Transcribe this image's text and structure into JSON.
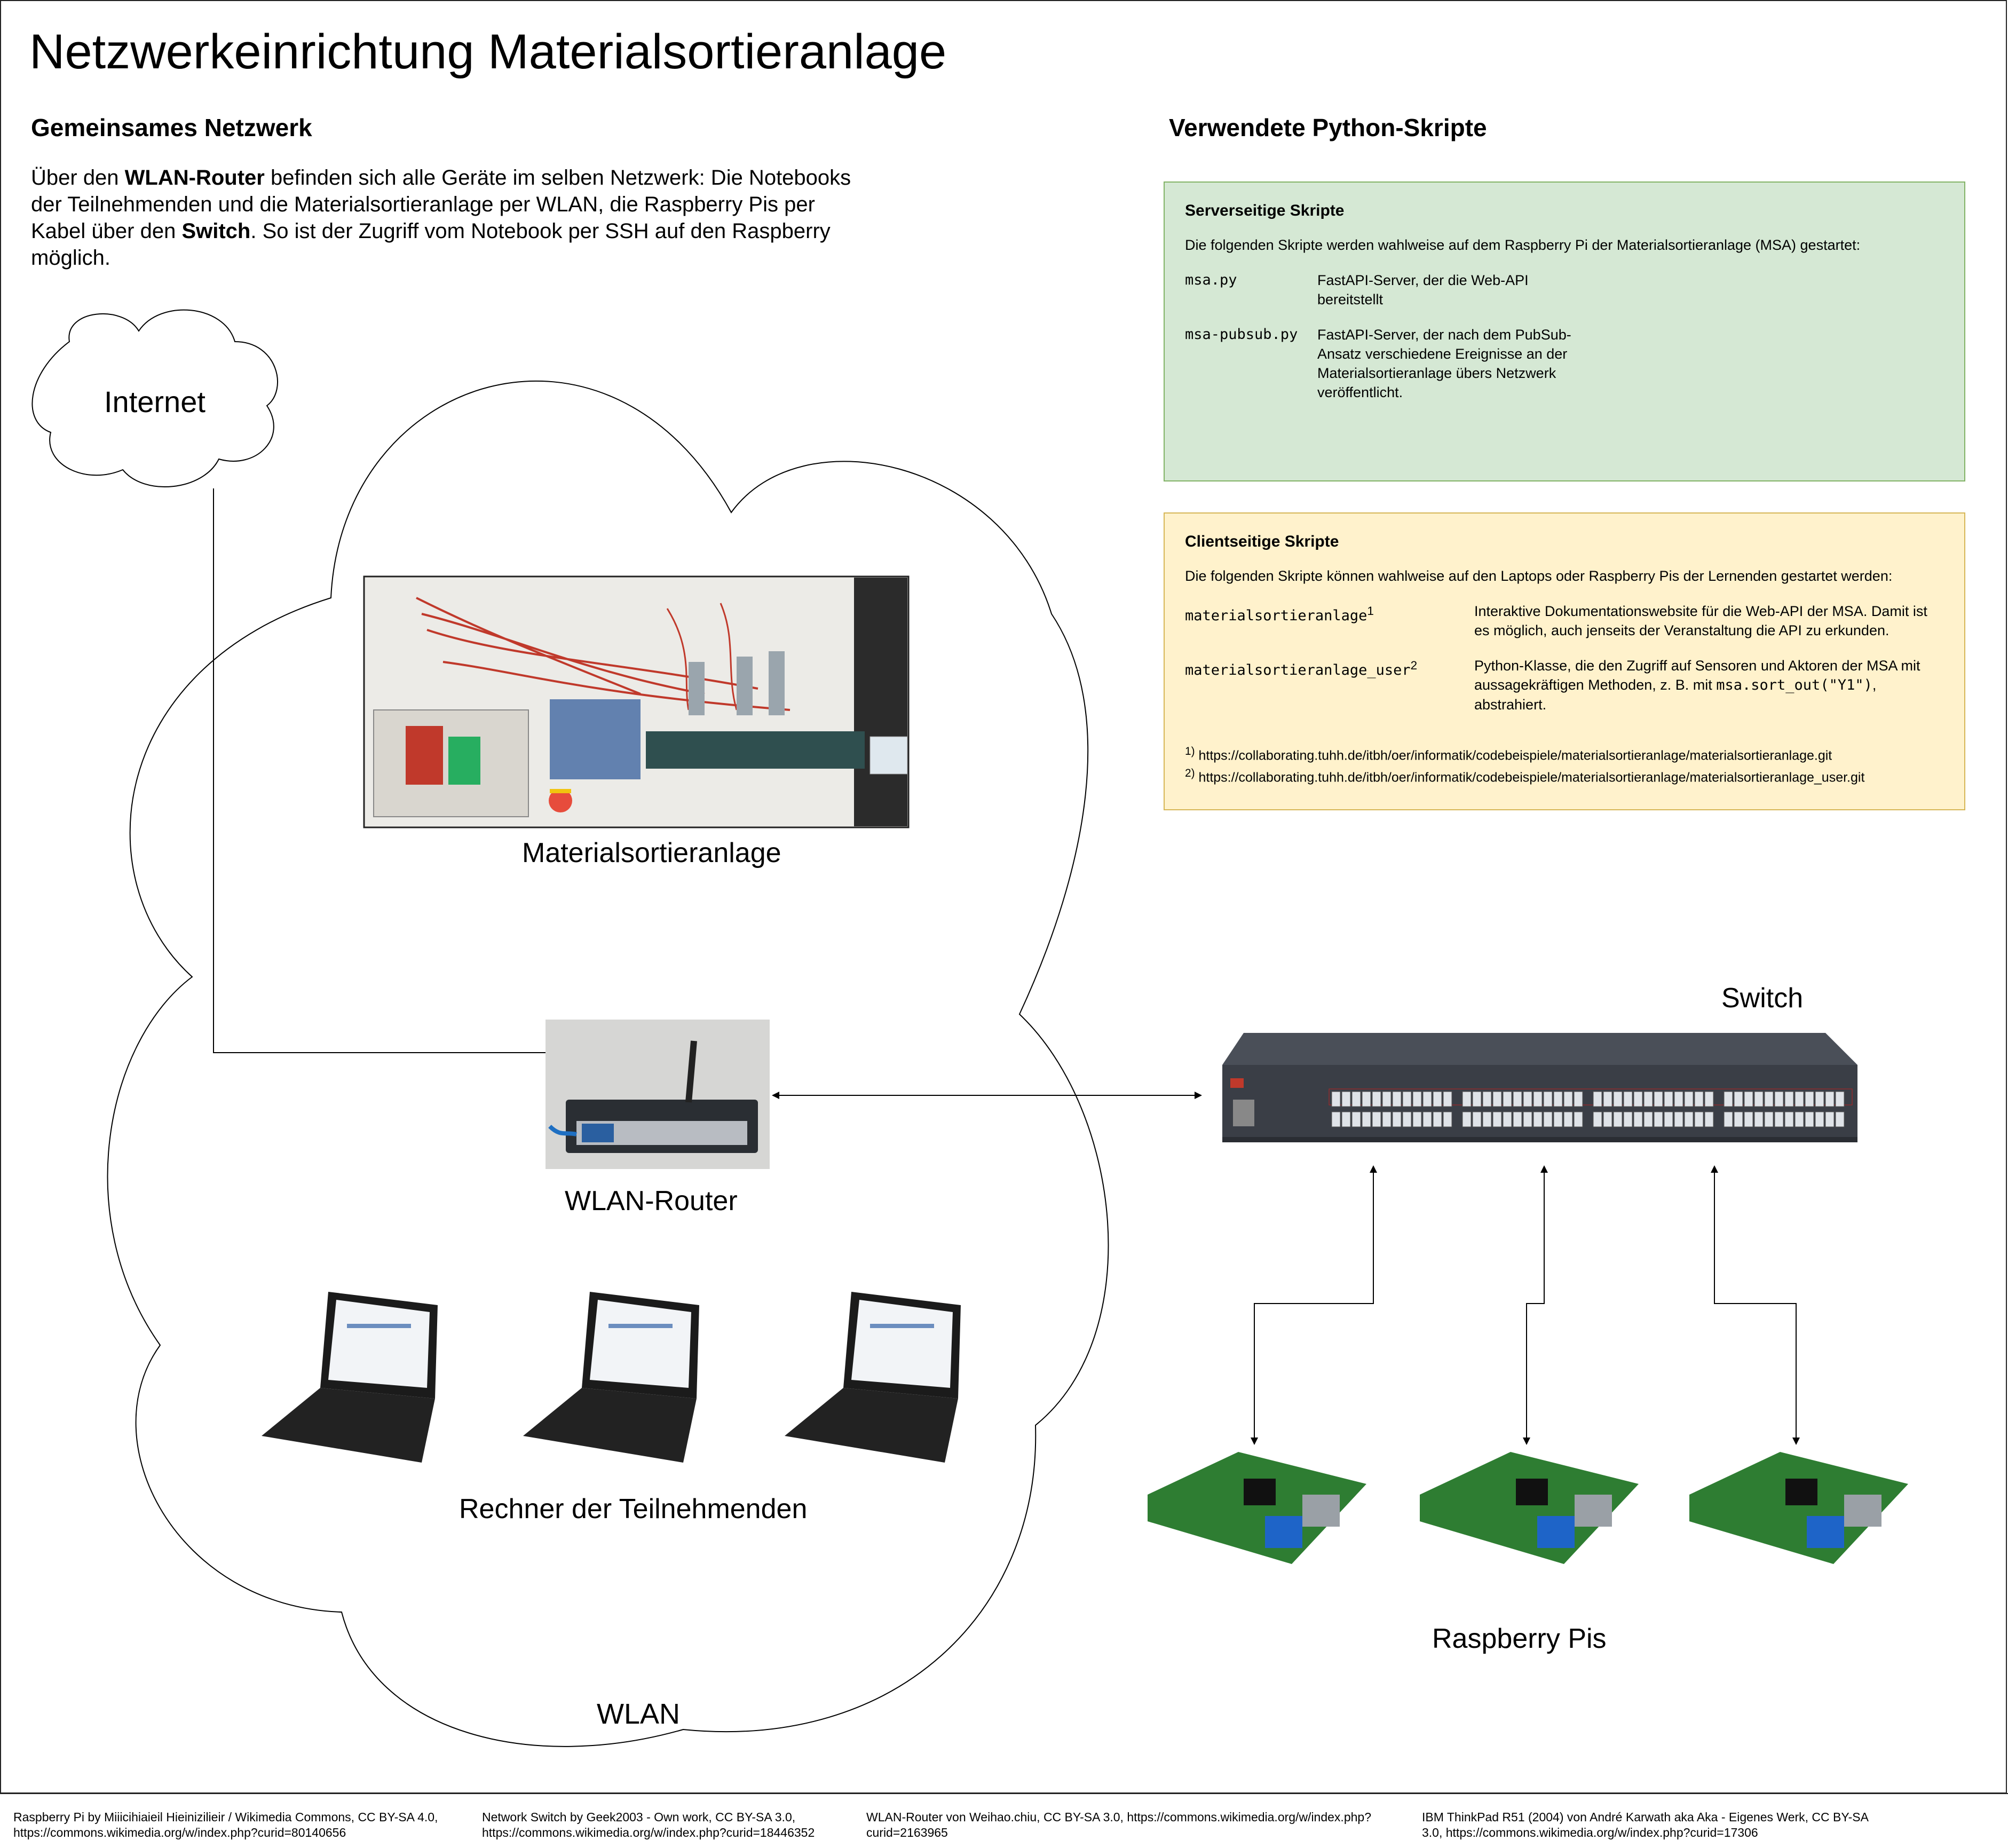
{
  "title": "Netzwerkeinrichtung Materialsortieranlage",
  "left_heading": "Gemeinsames Netzwerk",
  "intro": {
    "t1": "Über den ",
    "b1": "WLAN-Router",
    "t2": " befinden sich alle Geräte im selben Netzwerk: Die Notebooks der Teilnehmenden und die Materialsortieranlage per WLAN, die Raspberry Pis per Kabel über den ",
    "b2": "Switch",
    "t3": ". So ist der Zugriff vom Notebook per SSH auf den Raspberry möglich."
  },
  "right_heading": "Verwendete Python-Skripte",
  "server_box": {
    "heading": "Serverseitige Skripte",
    "desc": "Die folgenden Skripte werden wahlweise auf dem Raspberry Pi der Materialsortieranlage (MSA) gestartet:",
    "items": [
      {
        "name": "msa.py",
        "text": "FastAPI-Server, der die Web-API bereitstellt"
      },
      {
        "name": "msa-pubsub.py",
        "text": "FastAPI-Server, der nach dem PubSub-Ansatz verschiedene Ereignisse an der Materialsortieranlage übers Netzwerk veröffentlicht."
      }
    ]
  },
  "client_box": {
    "heading": "Clientseitige Skripte",
    "desc": "Die folgenden Skripte können wahlweise auf den Laptops oder Raspberry Pis der Lernenden gestartet werden:",
    "items": [
      {
        "name": "materialsortieranlage",
        "sup": "1",
        "text": "Interaktive Dokumentationswebsite für die Web-API der MSA. Damit ist es möglich, auch jenseits der Veranstaltung die API zu erkunden."
      },
      {
        "name": "materialsortieranlage_user",
        "sup": "2",
        "text_a": "Python-Klasse, die den Zugriff auf Sensoren und Aktoren der MSA mit aussagekräftigen Methoden, z. B. mit ",
        "code": "msa.sort_out(\"Y1\")",
        "text_b": ", abstrahiert."
      }
    ],
    "footnotes": [
      {
        "mark": "1)",
        "url": "https://collaborating.tuhh.de/itbh/oer/informatik/codebeispiele/materialsortieranlage/materialsortieranlage.git"
      },
      {
        "mark": "2)",
        "url": "https://collaborating.tuhh.de/itbh/oer/informatik/codebeispiele/materialsortieranlage/materialsortieranlage_user.git"
      }
    ]
  },
  "labels": {
    "internet": "Internet",
    "msa": "Materialsortieranlage",
    "router": "WLAN-Router",
    "laptops": "Rechner der Teilnehmenden",
    "wlan": "WLAN",
    "switch": "Switch",
    "pis": "Raspberry Pis"
  },
  "credits": [
    {
      "l1": "Raspberry Pi by Miiicihiaieil  Hieinizilieir / Wikimedia Commons, CC BY-SA 4.0,",
      "l2": "https://commons.wikimedia.org/w/index.php?curid=80140656"
    },
    {
      "l1": "Network Switch by Geek2003 - Own work, CC BY-SA 3.0,",
      "l2": "https://commons.wikimedia.org/w/index.php?curid=18446352"
    },
    {
      "l1": "WLAN-Router von Weihao.chiu, CC BY-SA 3.0, https://commons.wikimedia.org/w/index.php?",
      "l2": "curid=2163965"
    },
    {
      "l1": "IBM ThinkPad R51 (2004) von André Karwath aka Aka - Eigenes Werk, CC BY-SA",
      "l2": "3.0, https://commons.wikimedia.org/w/index.php?curid=17306"
    }
  ],
  "colors": {
    "green_fill": "#d5e8d4",
    "green_border": "#82b366",
    "yellow_fill": "#fff2cc",
    "yellow_border": "#d6b656"
  }
}
